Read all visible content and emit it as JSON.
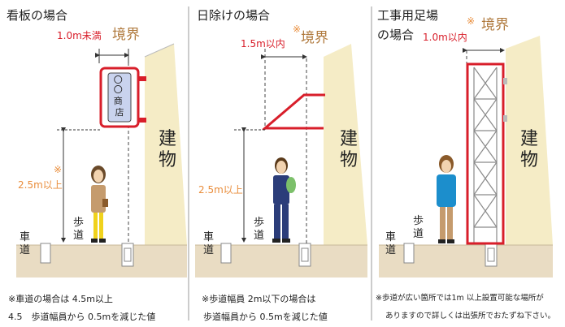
{
  "colors": {
    "red": "#d81e2a",
    "orange": "#e98d3b",
    "building": "#f5ecc6",
    "ground": "#e9dcc3",
    "tan": "#c59b6d",
    "navy": "#2b3d7a"
  },
  "panels": [
    {
      "title": "看板の場合",
      "limit_label": "1.0m未満",
      "boundary_label": "境界",
      "sign_text": "〇〇商店",
      "building_label": "建物",
      "height_mark": "※",
      "height_label": "2.5m以上",
      "sidewalk_label": "歩道",
      "roadway_label": "車道",
      "note_line1": "※車道の場合は 4.5m以上",
      "note_line2": "4.5　歩道幅員から 0.5mを減じた値"
    },
    {
      "title": "日除けの場合",
      "limit_label": "1.5m以内",
      "boundary_label": "境界",
      "boundary_mark": "※",
      "building_label": "建物",
      "height_label": "2.5m以上",
      "sidewalk_label": "歩道",
      "roadway_label": "車道",
      "note_line1": "※歩道幅員 2m以下の場合は",
      "note_line2": "歩道幅員から 0.5mを減じた値"
    },
    {
      "title_line1": "工事用足場",
      "title_line2": "の場合",
      "limit_label": "1.0m以内",
      "boundary_label": "境界",
      "boundary_mark": "※",
      "building_label": "建物",
      "sidewalk_label": "歩道",
      "roadway_label": "車道",
      "note_line1": "※歩道が広い箇所では1m 以上設置可能な場所が",
      "note_line2": "ありますので詳しくは出張所でおたずね下さい。"
    }
  ]
}
